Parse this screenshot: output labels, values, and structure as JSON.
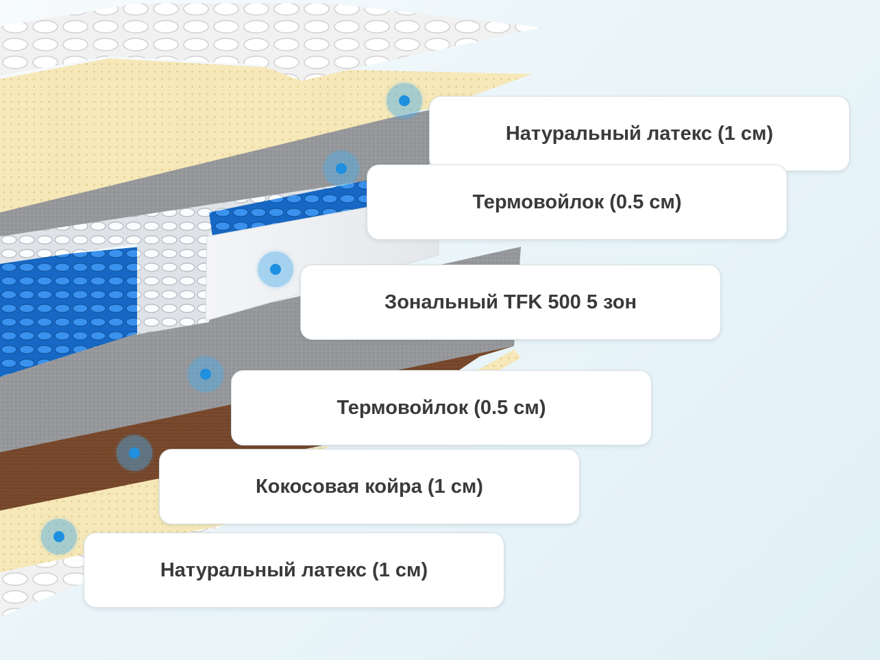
{
  "layers": [
    {
      "label": "Натуральный латекс (1 см)",
      "marker_icon": "layer-marker-icon"
    },
    {
      "label": "Термовойлок (0.5 см)",
      "marker_icon": "layer-marker-icon"
    },
    {
      "label": "Зональный TFK 500 5 зон",
      "marker_icon": "layer-marker-icon"
    },
    {
      "label": "Термовойлок (0.5 см)",
      "marker_icon": "layer-marker-icon"
    },
    {
      "label": "Кокосовая койра (1 см)",
      "marker_icon": "layer-marker-icon"
    },
    {
      "label": "Натуральный латекс (1 см)",
      "marker_icon": "layer-marker-icon"
    }
  ],
  "colors": {
    "latex": "#f4e6b4",
    "felt": "#9a9b9e",
    "coir": "#7a4a2e",
    "spring_blue": "#1f7de0",
    "spring_white": "#f2f4f6",
    "cover": "#ededed",
    "marker": "#1f8fe0"
  }
}
